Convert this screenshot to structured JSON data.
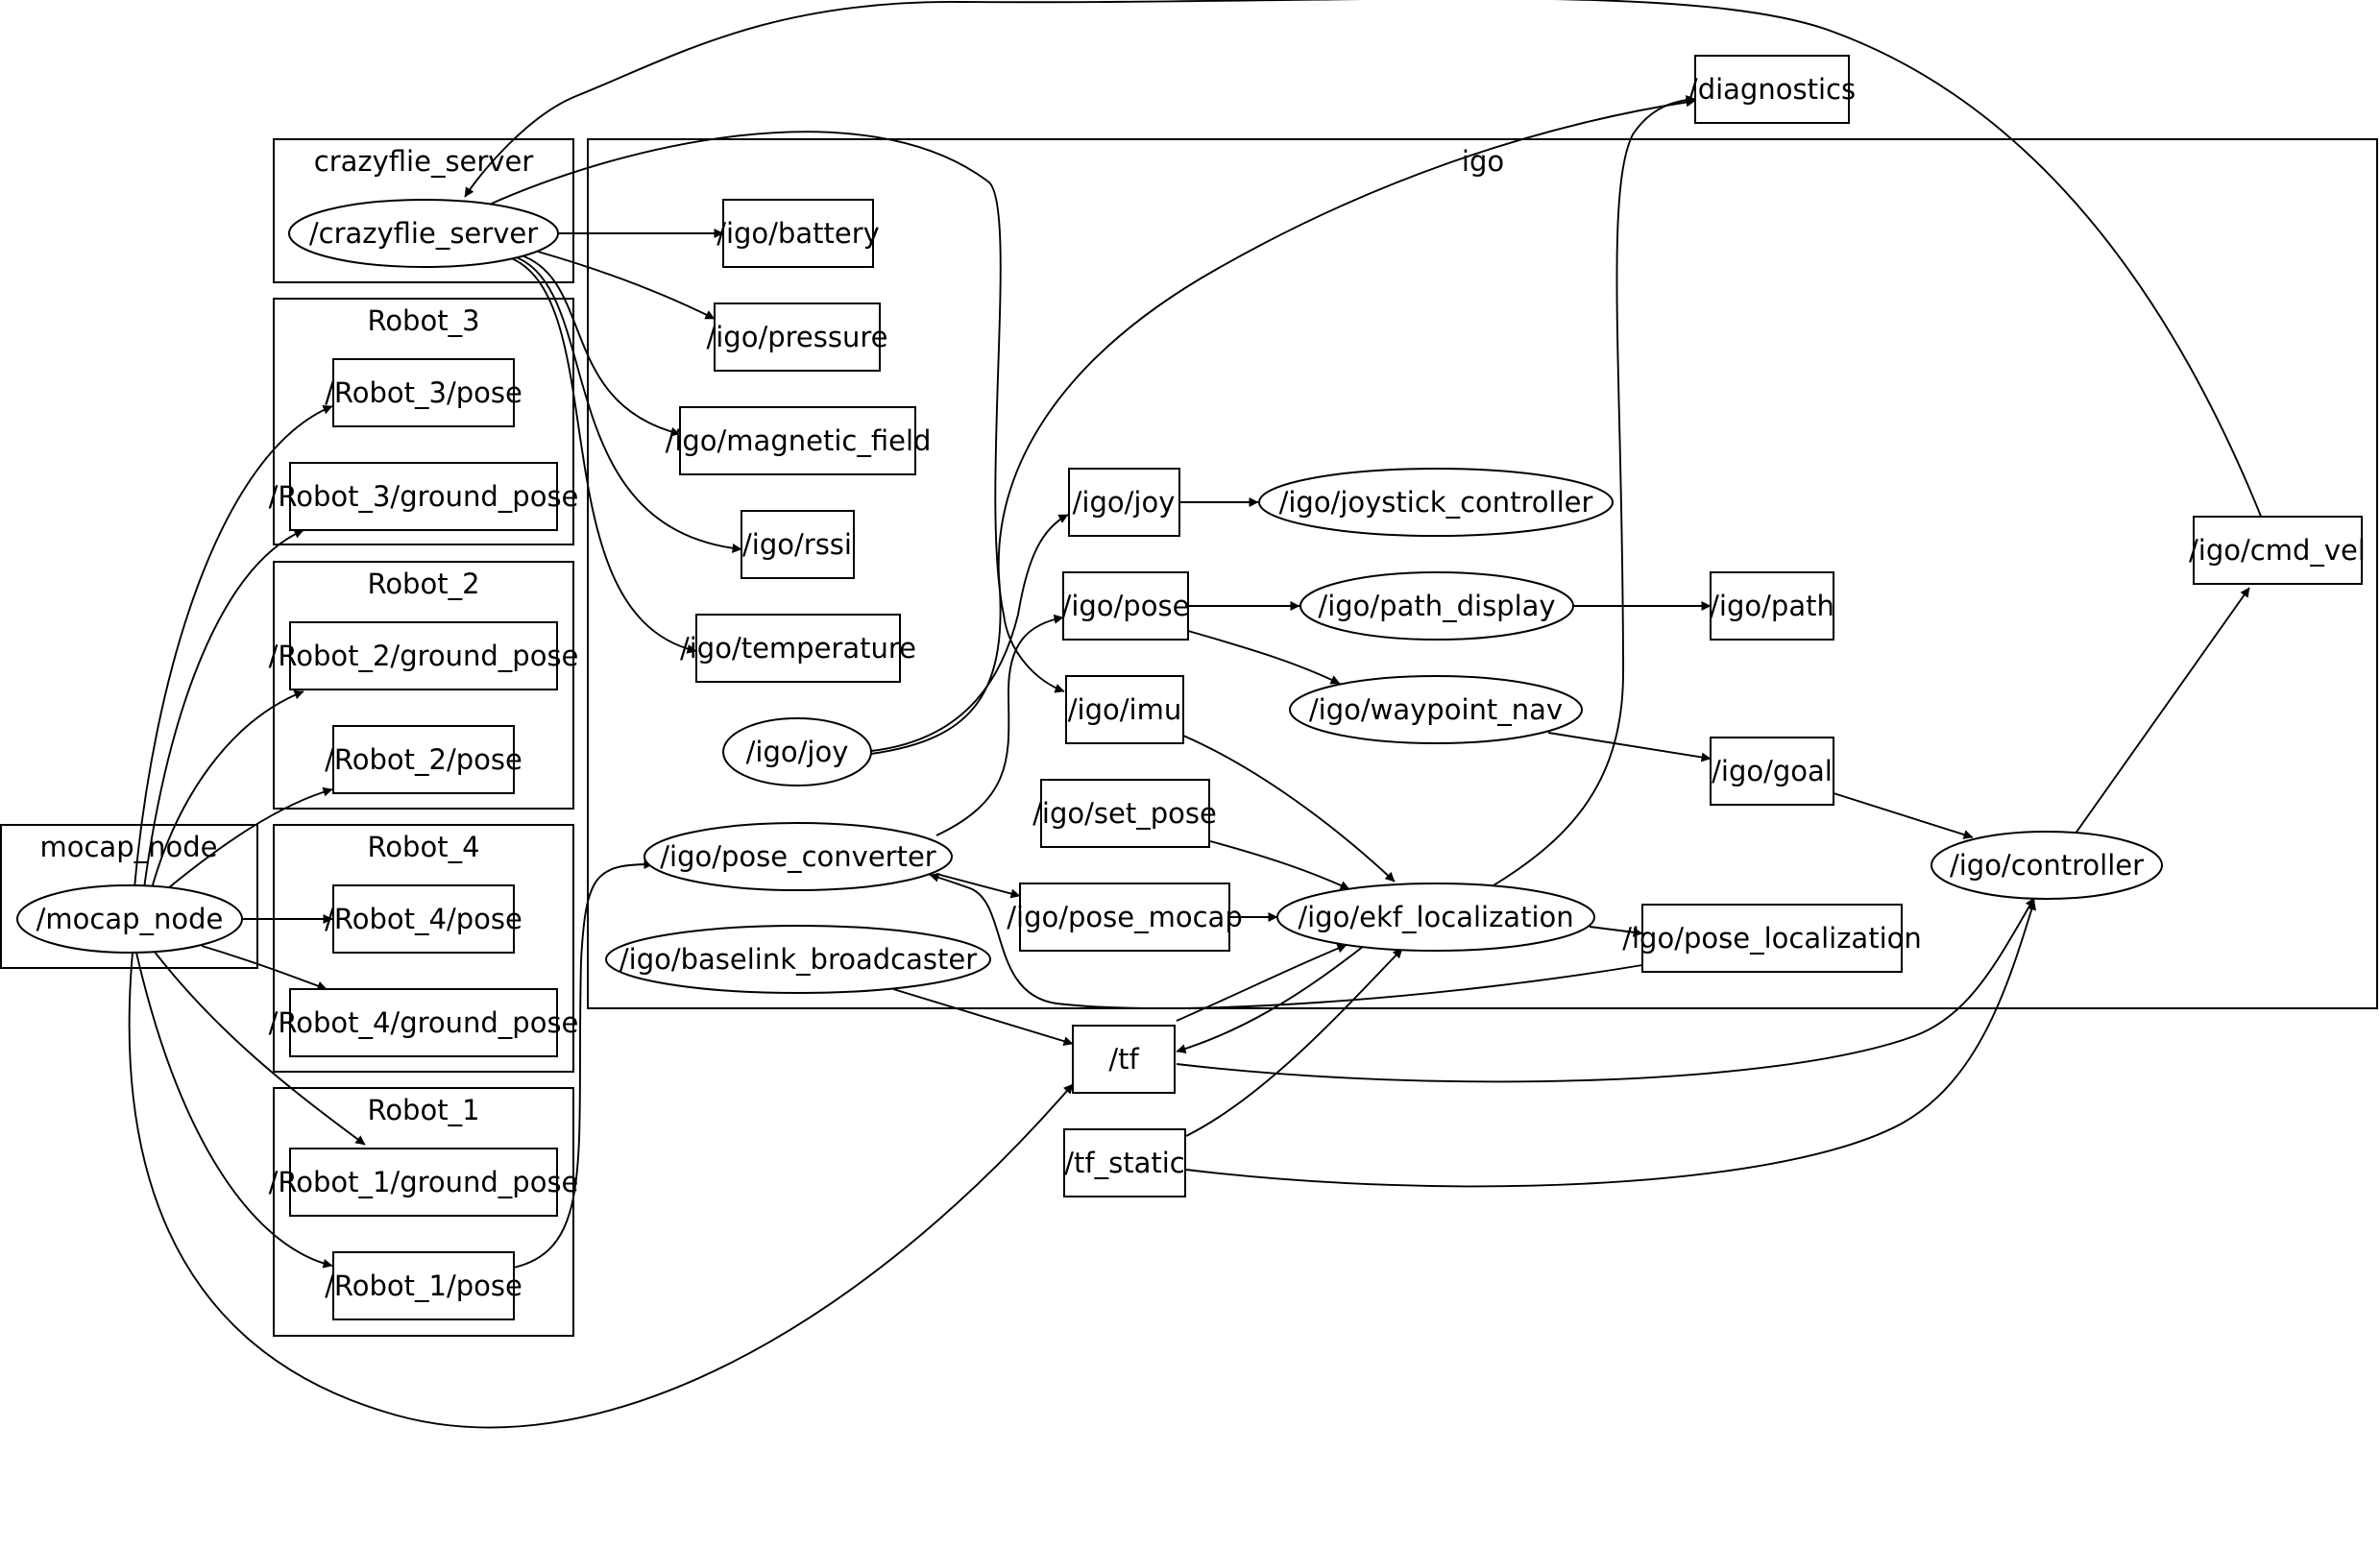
{
  "graph": {
    "clusters": [
      {
        "id": "mocap_node",
        "label": "mocap_node"
      },
      {
        "id": "crazyflie_server",
        "label": "crazyflie_server"
      },
      {
        "id": "Robot_3",
        "label": "Robot_3"
      },
      {
        "id": "Robot_2",
        "label": "Robot_2"
      },
      {
        "id": "Robot_4",
        "label": "Robot_4"
      },
      {
        "id": "Robot_1",
        "label": "Robot_1"
      },
      {
        "id": "igo",
        "label": "igo"
      }
    ],
    "nodes": [
      {
        "id": "mocap_node",
        "label": "/mocap_node",
        "shape": "ellipse"
      },
      {
        "id": "crazyflie_server",
        "label": "/crazyflie_server",
        "shape": "ellipse"
      },
      {
        "id": "robot3_pose",
        "label": "/Robot_3/pose",
        "shape": "box"
      },
      {
        "id": "robot3_ground_pose",
        "label": "/Robot_3/ground_pose",
        "shape": "box"
      },
      {
        "id": "robot2_ground_pose",
        "label": "/Robot_2/ground_pose",
        "shape": "box"
      },
      {
        "id": "robot2_pose",
        "label": "/Robot_2/pose",
        "shape": "box"
      },
      {
        "id": "robot4_pose",
        "label": "/Robot_4/pose",
        "shape": "box"
      },
      {
        "id": "robot4_ground_pose",
        "label": "/Robot_4/ground_pose",
        "shape": "box"
      },
      {
        "id": "robot1_ground_pose",
        "label": "/Robot_1/ground_pose",
        "shape": "box"
      },
      {
        "id": "robot1_pose",
        "label": "/Robot_1/pose",
        "shape": "box"
      },
      {
        "id": "igo_battery",
        "label": "/igo/battery",
        "shape": "box"
      },
      {
        "id": "igo_pressure",
        "label": "/igo/pressure",
        "shape": "box"
      },
      {
        "id": "igo_magnetic_field",
        "label": "/igo/magnetic_field",
        "shape": "box"
      },
      {
        "id": "igo_rssi",
        "label": "/igo/rssi",
        "shape": "box"
      },
      {
        "id": "igo_temperature",
        "label": "/igo/temperature",
        "shape": "box"
      },
      {
        "id": "igo_joy_node",
        "label": "/igo/joy",
        "shape": "ellipse"
      },
      {
        "id": "igo_pose_converter",
        "label": "/igo/pose_converter",
        "shape": "ellipse"
      },
      {
        "id": "igo_baselink_broadcaster",
        "label": "/igo/baselink_broadcaster",
        "shape": "ellipse"
      },
      {
        "id": "igo_joy_topic",
        "label": "/igo/joy",
        "shape": "box"
      },
      {
        "id": "igo_pose",
        "label": "/igo/pose",
        "shape": "box"
      },
      {
        "id": "igo_imu",
        "label": "/igo/imu",
        "shape": "box"
      },
      {
        "id": "igo_set_pose",
        "label": "/igo/set_pose",
        "shape": "box"
      },
      {
        "id": "igo_pose_mocap",
        "label": "/igo/pose_mocap",
        "shape": "box"
      },
      {
        "id": "igo_joystick_controller",
        "label": "/igo/joystick_controller",
        "shape": "ellipse"
      },
      {
        "id": "igo_path_display",
        "label": "/igo/path_display",
        "shape": "ellipse"
      },
      {
        "id": "igo_waypoint_nav",
        "label": "/igo/waypoint_nav",
        "shape": "ellipse"
      },
      {
        "id": "igo_ekf_localization",
        "label": "/igo/ekf_localization",
        "shape": "ellipse"
      },
      {
        "id": "igo_path",
        "label": "/igo/path",
        "shape": "box"
      },
      {
        "id": "igo_goal",
        "label": "/igo/goal",
        "shape": "box"
      },
      {
        "id": "igo_pose_localization",
        "label": "/igo/pose_localization",
        "shape": "box"
      },
      {
        "id": "igo_controller",
        "label": "/igo/controller",
        "shape": "ellipse"
      },
      {
        "id": "igo_cmd_vel",
        "label": "/igo/cmd_vel",
        "shape": "box"
      },
      {
        "id": "diagnostics",
        "label": "/diagnostics",
        "shape": "box"
      },
      {
        "id": "tf",
        "label": "/tf",
        "shape": "box"
      },
      {
        "id": "tf_static",
        "label": "/tf_static",
        "shape": "box"
      }
    ],
    "edges": [
      {
        "from": "mocap_node",
        "to": "robot3_pose"
      },
      {
        "from": "mocap_node",
        "to": "robot3_ground_pose"
      },
      {
        "from": "mocap_node",
        "to": "robot2_ground_pose"
      },
      {
        "from": "mocap_node",
        "to": "robot2_pose"
      },
      {
        "from": "mocap_node",
        "to": "robot4_pose"
      },
      {
        "from": "mocap_node",
        "to": "robot4_ground_pose"
      },
      {
        "from": "mocap_node",
        "to": "robot1_ground_pose"
      },
      {
        "from": "mocap_node",
        "to": "robot1_pose"
      },
      {
        "from": "mocap_node",
        "to": "tf"
      },
      {
        "from": "crazyflie_server",
        "to": "igo_battery"
      },
      {
        "from": "crazyflie_server",
        "to": "igo_pressure"
      },
      {
        "from": "crazyflie_server",
        "to": "igo_magnetic_field"
      },
      {
        "from": "crazyflie_server",
        "to": "igo_rssi"
      },
      {
        "from": "crazyflie_server",
        "to": "igo_temperature"
      },
      {
        "from": "crazyflie_server",
        "to": "igo_imu"
      },
      {
        "from": "robot1_pose",
        "to": "igo_pose_converter"
      },
      {
        "from": "igo_joy_node",
        "to": "igo_joy_topic"
      },
      {
        "from": "igo_pose_converter",
        "to": "igo_pose"
      },
      {
        "from": "igo_pose_converter",
        "to": "igo_pose_mocap"
      },
      {
        "from": "igo_pose_localization",
        "to": "igo_pose_converter"
      },
      {
        "from": "igo_baselink_broadcaster",
        "to": "tf"
      },
      {
        "from": "igo_joy_topic",
        "to": "igo_joystick_controller"
      },
      {
        "from": "igo_pose",
        "to": "igo_path_display"
      },
      {
        "from": "igo_pose",
        "to": "igo_waypoint_nav"
      },
      {
        "from": "igo_imu",
        "to": "igo_ekf_localization"
      },
      {
        "from": "igo_set_pose",
        "to": "igo_ekf_localization"
      },
      {
        "from": "igo_pose_mocap",
        "to": "igo_ekf_localization"
      },
      {
        "from": "tf",
        "to": "igo_ekf_localization"
      },
      {
        "from": "tf_static",
        "to": "igo_ekf_localization"
      },
      {
        "from": "igo_ekf_localization",
        "to": "tf"
      },
      {
        "from": "igo_ekf_localization",
        "to": "igo_pose_localization"
      },
      {
        "from": "igo_ekf_localization",
        "to": "diagnostics"
      },
      {
        "from": "igo_joy_node",
        "to": "diagnostics"
      },
      {
        "from": "igo_path_display",
        "to": "igo_path"
      },
      {
        "from": "igo_waypoint_nav",
        "to": "igo_goal"
      },
      {
        "from": "igo_goal",
        "to": "igo_controller"
      },
      {
        "from": "tf",
        "to": "igo_controller"
      },
      {
        "from": "tf_static",
        "to": "igo_controller"
      },
      {
        "from": "igo_controller",
        "to": "igo_cmd_vel"
      },
      {
        "from": "igo_cmd_vel",
        "to": "crazyflie_server"
      }
    ]
  }
}
